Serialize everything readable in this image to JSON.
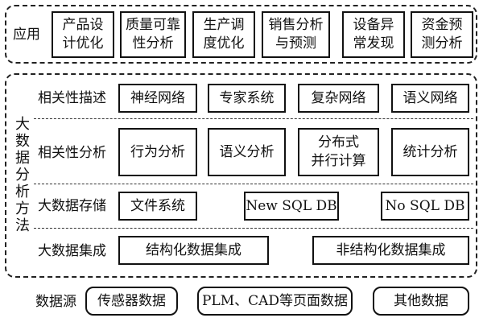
{
  "application": {
    "label": "应用",
    "items": [
      "产品设\n计优化",
      "质量可靠\n性分析",
      "生产调\n度优化",
      "销售分析\n与预测",
      "设备异\n常发现",
      "资金预\n测分析"
    ]
  },
  "methods": {
    "side_label": "大数据分析方法",
    "correlation_description": {
      "label": "相关性描述",
      "items": [
        "神经网络",
        "专家系统",
        "复杂网络",
        "语义网络"
      ]
    },
    "correlation_analysis": {
      "label": "相关性分析",
      "items": [
        "行为分析",
        "语义分析",
        "分布式\n并行计算",
        "统计分析"
      ]
    },
    "storage": {
      "label": "大数据存储",
      "items": [
        "文件系统",
        "New SQL DB",
        "No SQL DB"
      ]
    },
    "integration": {
      "label": "大数据集成",
      "items": [
        "结构化数据集成",
        "非结构化数据集成"
      ]
    }
  },
  "data_source": {
    "label": "数据源",
    "items": [
      "传感器数据",
      "PLM、CAD等页面数据",
      "其他数据"
    ]
  }
}
